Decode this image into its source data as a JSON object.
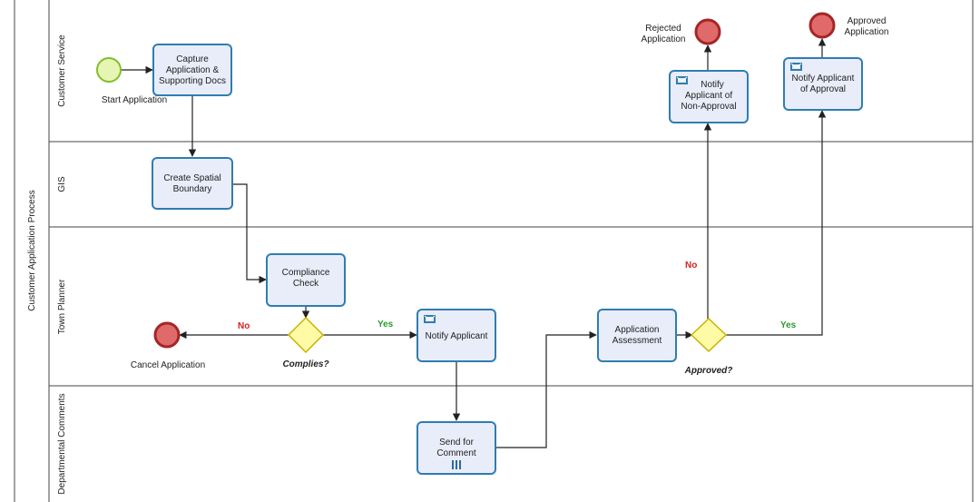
{
  "pool": {
    "label": "Customer Application Process"
  },
  "lanes": [
    {
      "label": "Customer Service"
    },
    {
      "label": "GIS"
    },
    {
      "label": "Town Planner"
    },
    {
      "label": "Departmental Comments"
    }
  ],
  "tasks": {
    "capture": [
      "Capture",
      "Application &",
      "Supporting Docs"
    ],
    "spatial": [
      "Create Spatial",
      "Boundary"
    ],
    "compliance": [
      "Compliance",
      "Check"
    ],
    "notify_applicant": [
      "Notify Applicant"
    ],
    "send_comment": [
      "Send for",
      "Comment"
    ],
    "assessment": [
      "Application",
      "Assessment"
    ],
    "notify_nonapproval": [
      "Notify",
      "Applicant of",
      "Non-Approval"
    ],
    "notify_approval": [
      "Notify Applicant",
      "of Approval"
    ]
  },
  "events": {
    "start": "Start Application",
    "cancel": "Cancel Application",
    "rejected": [
      "Rejected",
      "Application"
    ],
    "approved": [
      "Approved",
      "Application"
    ]
  },
  "gateways": {
    "complies": "Complies?",
    "approved": "Approved?"
  },
  "conditions": {
    "no": "No",
    "yes": "Yes"
  },
  "colors": {
    "task_fill": "#e9edf9",
    "task_border": "#2f7db0",
    "start_fill": "#e7f5b4",
    "end_fill": "#e06a6a",
    "gateway_fill": "#fffaa6",
    "no_color": "#d62020",
    "yes_color": "#2c9a2c"
  },
  "icons": {
    "message": "envelope-icon",
    "multi_instance": "parallel-multi-instance-icon"
  }
}
